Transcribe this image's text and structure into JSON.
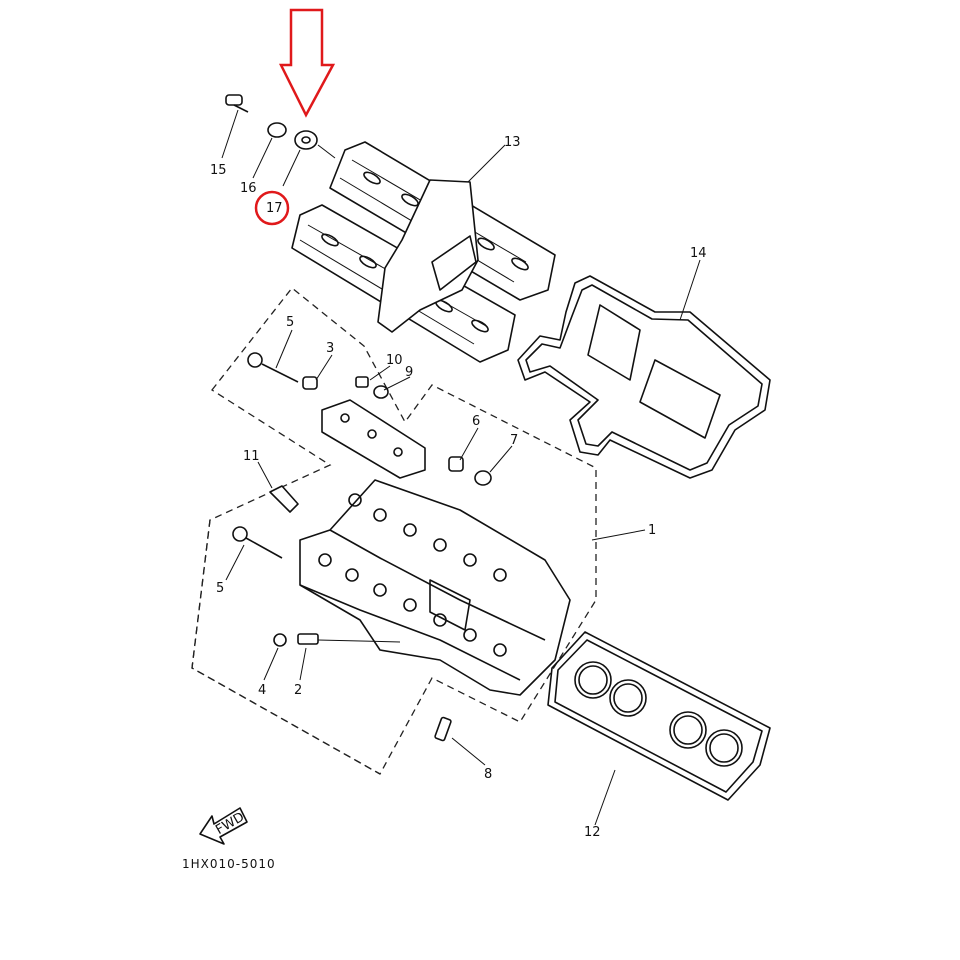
{
  "diagram_code": "1HX010-5010",
  "fwd_label": "FWD",
  "highlight_color": "#e0191b",
  "highlighted_part": "17",
  "parts": {
    "p1": "1",
    "p2": "2",
    "p3": "3",
    "p4": "4",
    "p5a": "5",
    "p5b": "5",
    "p6": "6",
    "p7": "7",
    "p8": "8",
    "p9": "9",
    "p10": "10",
    "p11": "11",
    "p12": "12",
    "p13": "13",
    "p14": "14",
    "p15": "15",
    "p16": "16",
    "p17": "17"
  }
}
